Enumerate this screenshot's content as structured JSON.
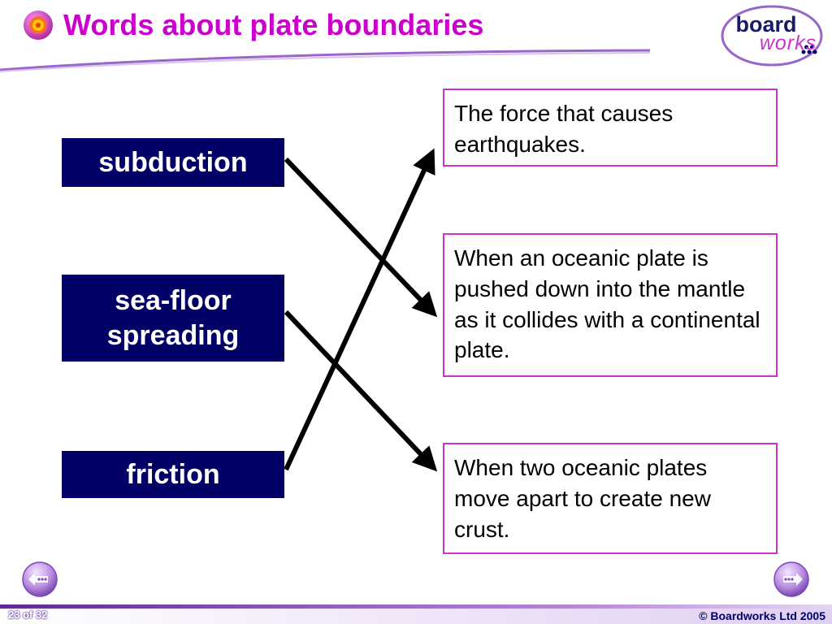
{
  "header": {
    "title": "Words about plate boundaries",
    "logo_board": "board",
    "logo_works": "works"
  },
  "terms": [
    {
      "lines": [
        "subduction"
      ]
    },
    {
      "lines": [
        "sea-floor",
        "spreading"
      ]
    },
    {
      "lines": [
        "friction"
      ]
    }
  ],
  "definitions": [
    {
      "text": "The force that causes earthquakes."
    },
    {
      "text": "When an oceanic plate is pushed down into the mantle as it collides with a continental plate."
    },
    {
      "text": "When two oceanic plates move apart to create new crust."
    }
  ],
  "footer": {
    "page_number": "23 of 32",
    "copyright": "© Boardworks Ltd 2005"
  },
  "colors": {
    "title": "#cc00cc",
    "term_bg": "#000066",
    "definition_border": "#cc33cc",
    "arrow": "#000000"
  }
}
